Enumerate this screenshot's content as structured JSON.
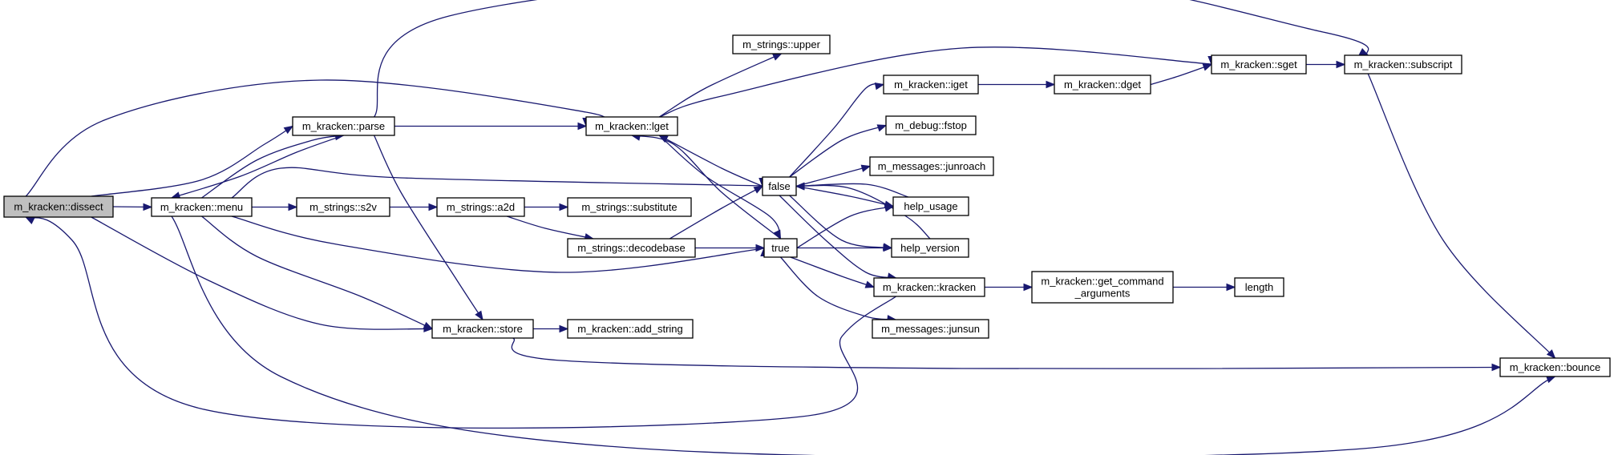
{
  "graph": {
    "nodes": [
      {
        "id": "dissect",
        "lines": [
          "m_kracken::dissect"
        ],
        "root": true
      },
      {
        "id": "menu",
        "lines": [
          "m_kracken::menu"
        ]
      },
      {
        "id": "parse",
        "lines": [
          "m_kracken::parse"
        ]
      },
      {
        "id": "s2v",
        "lines": [
          "m_strings::s2v"
        ]
      },
      {
        "id": "a2d",
        "lines": [
          "m_strings::a2d"
        ]
      },
      {
        "id": "substitute",
        "lines": [
          "m_strings::substitute"
        ]
      },
      {
        "id": "decodebase",
        "lines": [
          "m_strings::decodebase"
        ]
      },
      {
        "id": "store",
        "lines": [
          "m_kracken::store"
        ]
      },
      {
        "id": "add_string",
        "lines": [
          "m_kracken::add_string"
        ]
      },
      {
        "id": "lget",
        "lines": [
          "m_kracken::lget"
        ]
      },
      {
        "id": "upper",
        "lines": [
          "m_strings::upper"
        ]
      },
      {
        "id": "false",
        "lines": [
          "false"
        ]
      },
      {
        "id": "true",
        "lines": [
          "true"
        ]
      },
      {
        "id": "iget",
        "lines": [
          "m_kracken::iget"
        ]
      },
      {
        "id": "fstop",
        "lines": [
          "m_debug::fstop"
        ]
      },
      {
        "id": "junroach",
        "lines": [
          "m_messages::junroach"
        ]
      },
      {
        "id": "help_usage",
        "lines": [
          "help_usage"
        ]
      },
      {
        "id": "help_version",
        "lines": [
          "help_version"
        ]
      },
      {
        "id": "kracken",
        "lines": [
          "m_kracken::kracken"
        ]
      },
      {
        "id": "junsun",
        "lines": [
          "m_messages::junsun"
        ]
      },
      {
        "id": "dget",
        "lines": [
          "m_kracken::dget"
        ]
      },
      {
        "id": "sget",
        "lines": [
          "m_kracken::sget"
        ]
      },
      {
        "id": "subscript",
        "lines": [
          "m_kracken::subscript"
        ]
      },
      {
        "id": "get_command_arguments",
        "lines": [
          "m_kracken::get_command",
          "_arguments"
        ]
      },
      {
        "id": "length",
        "lines": [
          "length"
        ]
      },
      {
        "id": "bounce",
        "lines": [
          "m_kracken::bounce"
        ]
      }
    ],
    "edges": [
      {
        "from": "dissect",
        "to": "menu"
      },
      {
        "from": "dissect",
        "to": "parse"
      },
      {
        "from": "dissect",
        "to": "lget"
      },
      {
        "from": "dissect",
        "to": "store"
      },
      {
        "from": "menu",
        "to": "parse"
      },
      {
        "from": "parse",
        "to": "menu"
      },
      {
        "from": "menu",
        "to": "s2v"
      },
      {
        "from": "menu",
        "to": "false"
      },
      {
        "from": "menu",
        "to": "true"
      },
      {
        "from": "menu",
        "to": "store"
      },
      {
        "from": "menu",
        "to": "bounce"
      },
      {
        "from": "parse",
        "to": "lget"
      },
      {
        "from": "parse",
        "to": "store"
      },
      {
        "from": "parse",
        "to": "subscript"
      },
      {
        "from": "s2v",
        "to": "a2d"
      },
      {
        "from": "a2d",
        "to": "substitute"
      },
      {
        "from": "a2d",
        "to": "decodebase"
      },
      {
        "from": "decodebase",
        "to": "false"
      },
      {
        "from": "decodebase",
        "to": "true"
      },
      {
        "from": "store",
        "to": "add_string"
      },
      {
        "from": "store",
        "to": "bounce"
      },
      {
        "from": "lget",
        "to": "upper"
      },
      {
        "from": "lget",
        "to": "sget"
      },
      {
        "from": "lget",
        "to": "true"
      },
      {
        "from": "false",
        "to": "lget"
      },
      {
        "from": "true",
        "to": "lget"
      },
      {
        "from": "false",
        "to": "iget"
      },
      {
        "from": "false",
        "to": "fstop"
      },
      {
        "from": "false",
        "to": "junroach"
      },
      {
        "from": "false",
        "to": "help_usage"
      },
      {
        "from": "false",
        "to": "help_version"
      },
      {
        "from": "false",
        "to": "kracken"
      },
      {
        "from": "help_usage",
        "to": "false"
      },
      {
        "from": "help_version",
        "to": "false"
      },
      {
        "from": "true",
        "to": "help_usage"
      },
      {
        "from": "true",
        "to": "help_version"
      },
      {
        "from": "true",
        "to": "kracken"
      },
      {
        "from": "true",
        "to": "junsun"
      },
      {
        "from": "iget",
        "to": "dget"
      },
      {
        "from": "dget",
        "to": "sget"
      },
      {
        "from": "sget",
        "to": "subscript"
      },
      {
        "from": "subscript",
        "to": "bounce"
      },
      {
        "from": "kracken",
        "to": "get_command_arguments"
      },
      {
        "from": "kracken",
        "to": "dissect"
      },
      {
        "from": "get_command_arguments",
        "to": "length"
      }
    ]
  }
}
